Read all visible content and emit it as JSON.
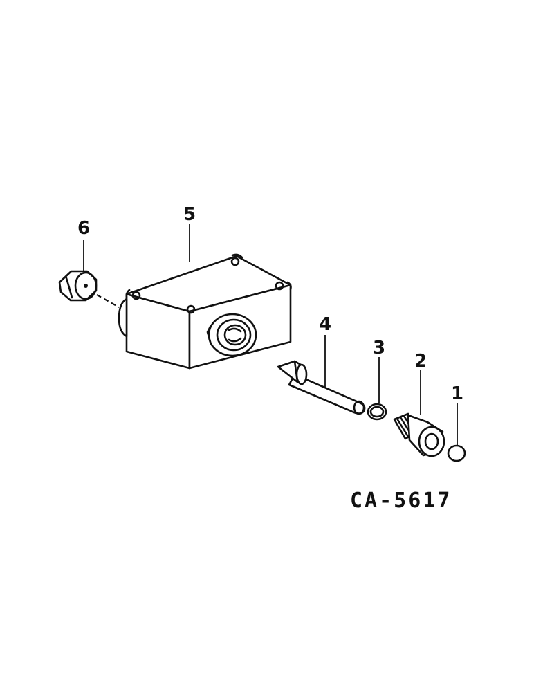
{
  "diagram": {
    "caption": "CA-5617",
    "callouts": {
      "p1": "1",
      "p2": "2",
      "p3": "3",
      "p4": "4",
      "p5": "5",
      "p6": "6"
    }
  }
}
